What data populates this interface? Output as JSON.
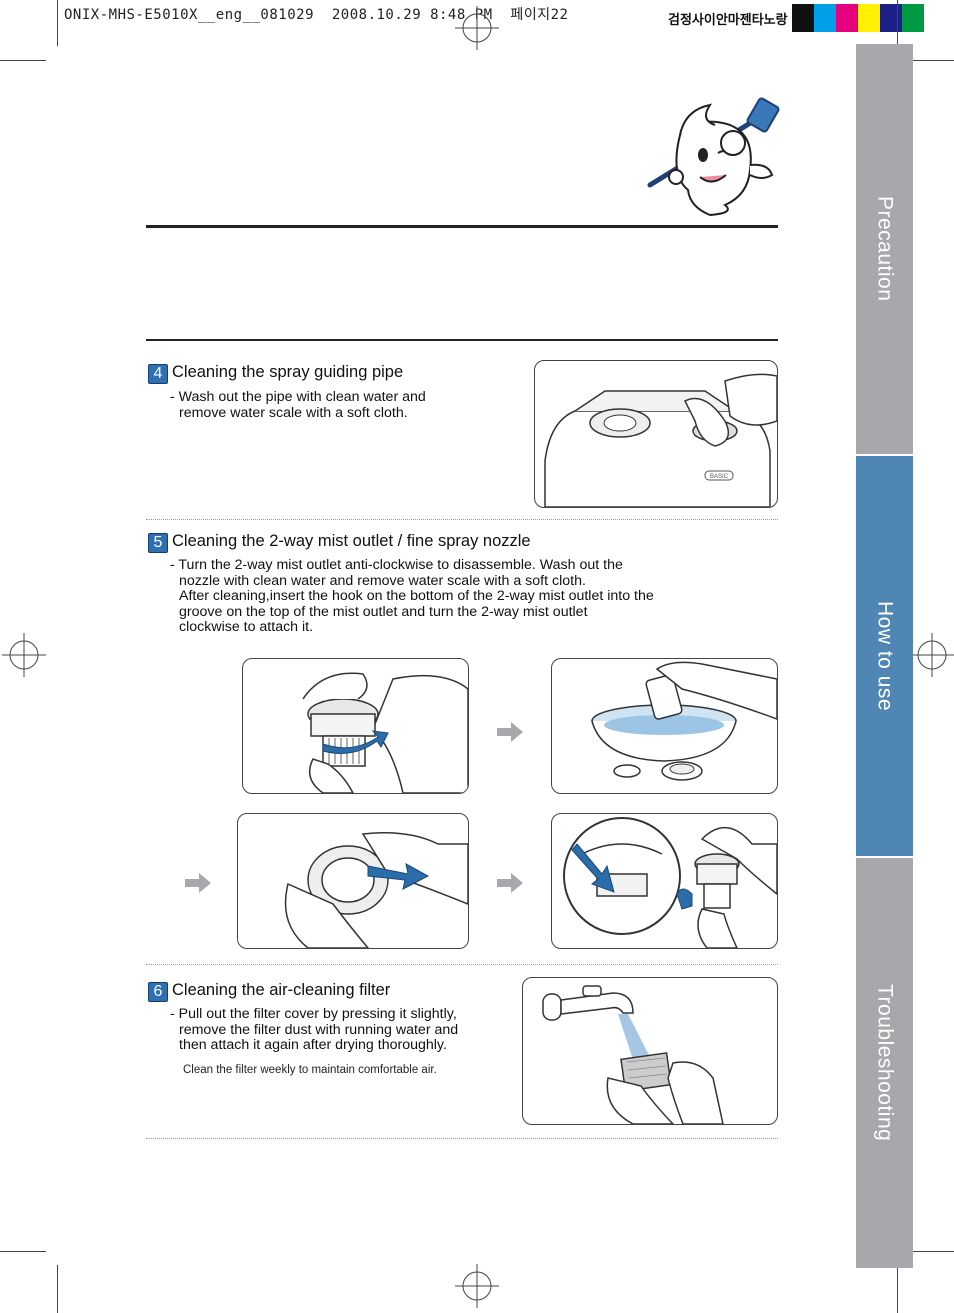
{
  "print_header": "ONIX-MHS-E5010X__eng__081029  2008.10.29 8:48 PM  페이지22",
  "color_bar": {
    "label": "검정사이안마젠타노랑",
    "swatches": [
      "#111111",
      "#00a0e9",
      "#e4007f",
      "#fff100",
      "#1d2088",
      "#009944"
    ]
  },
  "side_tabs": [
    {
      "label": "Precaution",
      "color": "#a6a8ab"
    },
    {
      "label": "How to use",
      "color": "#5086b4"
    },
    {
      "label": "Troubleshooting",
      "color": "#a6a8ab"
    }
  ],
  "sections": [
    {
      "number": "4",
      "title": "Cleaning the spray guiding pipe",
      "lines": [
        "- Wash out the pipe with clean water and",
        "remove water scale with a soft cloth."
      ]
    },
    {
      "number": "5",
      "title": "Cleaning the 2-way mist outlet / fine spray nozzle",
      "lines": [
        "- Turn the 2-way mist outlet anti-clockwise to disassemble. Wash out the",
        "nozzle with clean water and remove water scale with a soft cloth.",
        "After cleaning,insert the hook on the bottom of the 2-way mist outlet into the",
        "groove on the top of the mist outlet and turn the 2-way mist outlet",
        "clockwise to attach it."
      ]
    },
    {
      "number": "6",
      "title": "Cleaning the air-cleaning filter",
      "lines": [
        "- Pull out the filter cover by pressing it slightly,",
        "remove the filter dust with running water and",
        "then attach it again after drying thoroughly."
      ],
      "note": "Clean the filter weekly to maintain comfortable air."
    }
  ],
  "illustration_badge": "BASIC"
}
